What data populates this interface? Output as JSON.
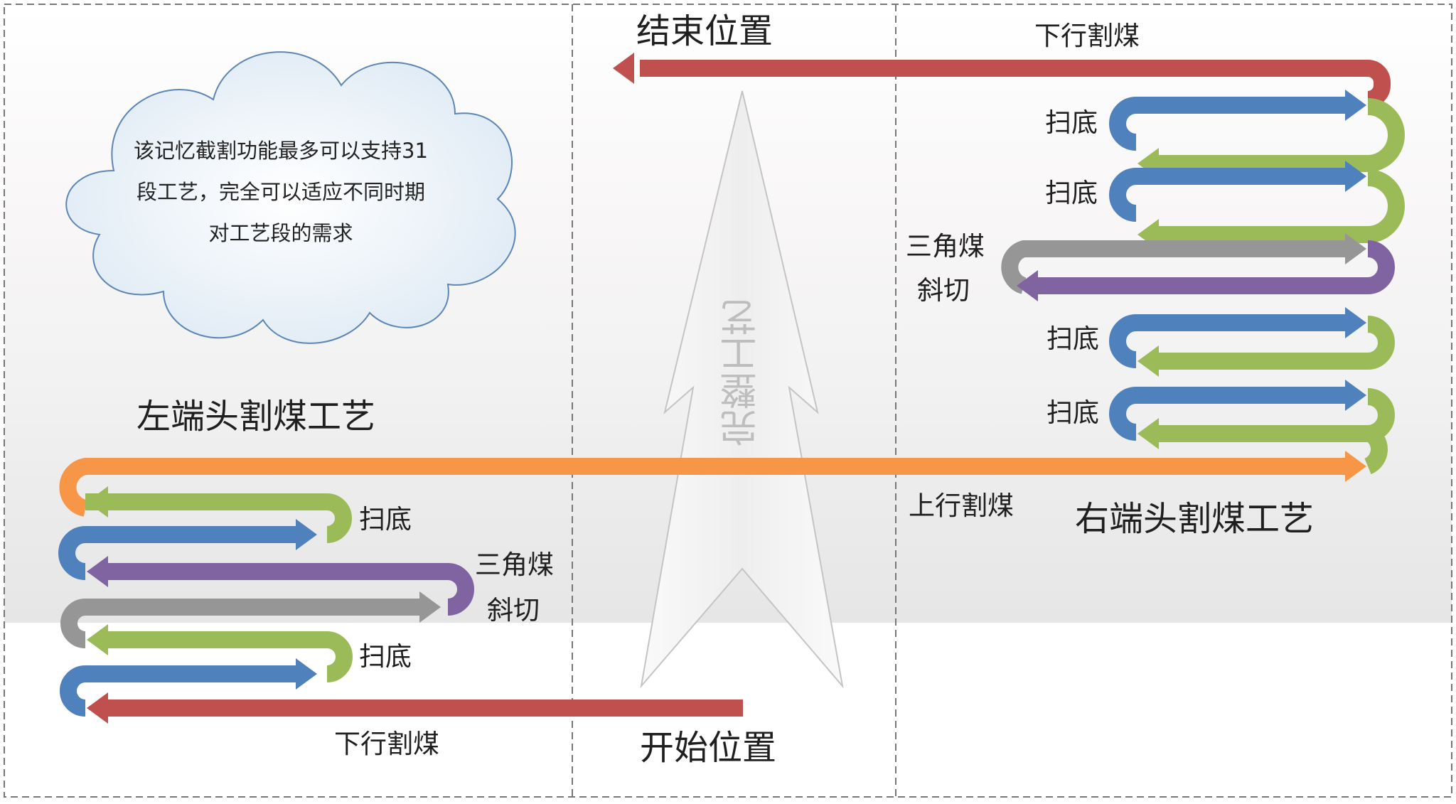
{
  "labels": {
    "end_position": "结束位置",
    "start_position": "开始位置",
    "left_process": "左端头割煤工艺",
    "right_process": "右端头割煤工艺",
    "complete_process": "完整工艺",
    "downward_cut_top": "下行割煤",
    "downward_cut_bottom": "下行割煤",
    "upward_cut": "上行割煤",
    "sweep_r1": "扫底",
    "sweep_r2": "扫底",
    "sweep_r3": "扫底",
    "sweep_r4": "扫底",
    "sweep_l1": "扫底",
    "sweep_l2": "扫底",
    "triangle_r_1": "三角煤",
    "triangle_r_2": "斜切",
    "triangle_l_1": "三角煤",
    "triangle_l_2": "斜切"
  },
  "cloud": {
    "line1": "该记忆截割功能最多可以支持31",
    "line2": "段工艺，完全可以适应不同时期",
    "line3": "对工艺段的需求"
  },
  "colors": {
    "red": "#c0504d",
    "blue": "#4f81bd",
    "green": "#9bbb59",
    "gray": "#969696",
    "purple": "#8064a2",
    "orange": "#f79646"
  }
}
